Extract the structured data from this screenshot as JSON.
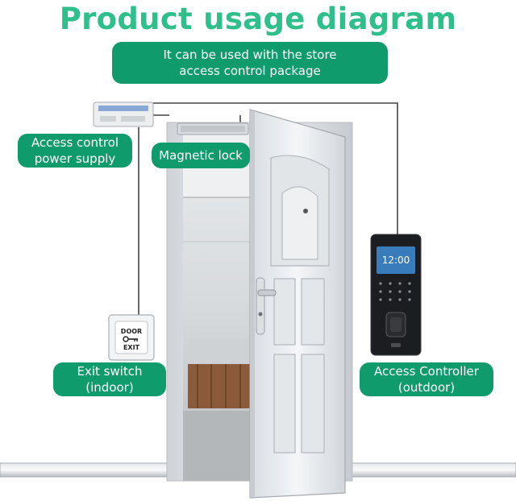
{
  "title": "Product usage diagram",
  "subtitle_lines": [
    "It can be used with the store",
    "access control package"
  ],
  "labels": {
    "power_supply": [
      "Access control",
      "power supply"
    ],
    "magnetic_lock": "Magnetic lock",
    "exit_switch": [
      "Exit switch",
      "(indoor)"
    ],
    "access_controller": [
      "Access Controller",
      "(outdoor)"
    ]
  },
  "exit_button": {
    "line1": "DOOR",
    "line2": "EXIT"
  },
  "controller_screen_time": "12:00",
  "colors": {
    "accent": "#0f9b6c",
    "title": "#2fbf8a",
    "wire": "#444444"
  }
}
